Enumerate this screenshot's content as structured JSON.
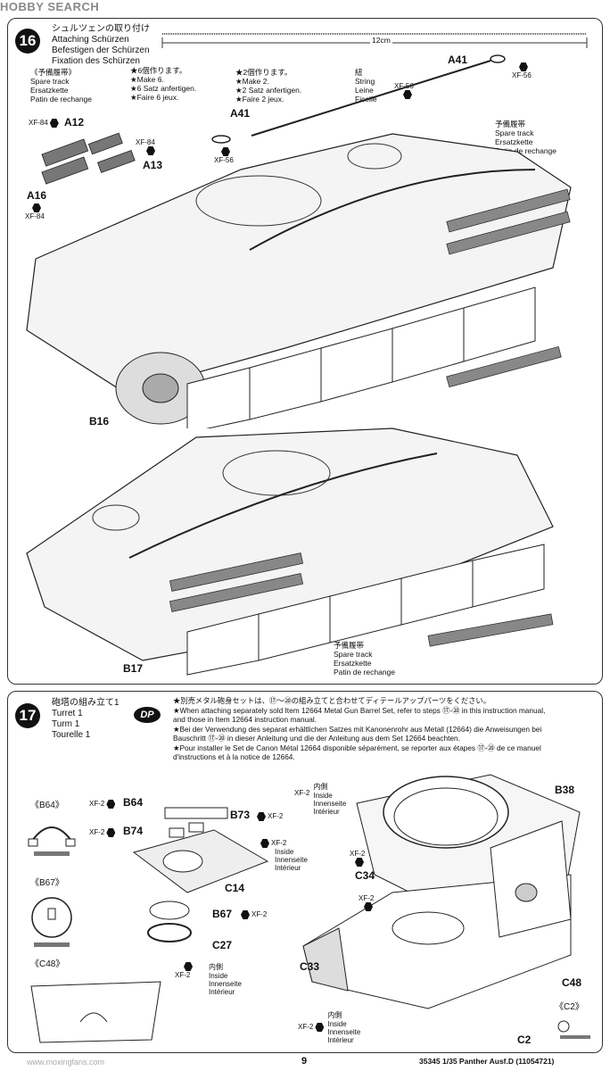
{
  "watermark_top": {
    "brand_a": "HOBBY",
    "brand_b": "SEARCH"
  },
  "watermark_bottom": {
    "text": "www.moxingfans.com"
  },
  "step16": {
    "number": "16",
    "title_jp": "シュルツェンの取り付け",
    "title_en": "Attaching Schürzen",
    "title_de": "Befestigen der Schürzen",
    "title_fr": "Fixation des Schürzen",
    "measure": "12cm",
    "spare_block": {
      "jp": "《予備履帯》",
      "en": "Spare track",
      "de": "Ersatzkette",
      "fr": "Patin de rechange"
    },
    "make6": {
      "jp": "★6個作ります。",
      "en": "★Make 6.",
      "de": "★6 Satz anfertigen.",
      "fr": "★Faire 6 jeux."
    },
    "make2": {
      "jp": "★2個作ります。",
      "en": "★Make 2.",
      "de": "★2 Satz anfertigen.",
      "fr": "★Faire 2 jeux."
    },
    "string": {
      "jp": "紐",
      "en": "String",
      "de": "Leine",
      "fr": "Ficelle"
    },
    "spare_right": {
      "jp": "予備履帯",
      "en": "Spare track",
      "de": "Ersatzkette",
      "fr": "Patin de rechange"
    },
    "spare_bottom": {
      "jp": "予備履帯",
      "en": "Spare track",
      "de": "Ersatzkette",
      "fr": "Patin de rechange"
    },
    "parts": {
      "a12": "A12",
      "a13": "A13",
      "a16": "A16",
      "a41_left": "A41",
      "a41_right": "A41",
      "b16": "B16",
      "b17": "B17"
    },
    "paints": {
      "xf84_a": "XF-84",
      "xf84_b": "XF-84",
      "xf84_c": "XF-84",
      "xf56_a": "XF-56",
      "xf56_b": "XF-56",
      "xf56_c": "XF-56"
    }
  },
  "step17": {
    "number": "17",
    "title_jp": "砲塔の組み立て1",
    "title_en": "Turret 1",
    "title_de": "Turm 1",
    "title_fr": "Tourelle 1",
    "badge": "DP",
    "instructions": [
      "★別売メタル砲身セットは、⑰〜⑳の組み立てと合わせてディテールアップパーツをください。",
      "★When attaching separately sold Item 12664 Metal Gun Barrel Set, refer to steps ⑰-⑳ in this instruction manual,",
      "and those in Item 12664 instruction manual.",
      "★Bei der Verwendung des separat erhältlichen Satzes mit Kanonenrohr aus Metall (12664) die Anweisungen bei",
      "Bauschritt ⑰-⑳ in dieser Anleitung und die der Anleitung aus dem Set 12664 beachten.",
      "★Pour installer le Set de Canon Métal 12664 disponible séparément, se reporter aux étapes ⑰-⑳ de ce manuel",
      "d'instructions et à la notice de 12664."
    ],
    "callouts": {
      "b64": "《B64》",
      "b67": "《B67》",
      "c48": "《C48》",
      "c2": "《C2》"
    },
    "parts": {
      "b64": "B64",
      "b73": "B73",
      "b74": "B74",
      "c14": "C14",
      "b67": "B67",
      "c27": "C27",
      "b38": "B38",
      "c34": "C34",
      "c33": "C33",
      "c48": "C48",
      "c2": "C2"
    },
    "paint": "XF-2",
    "inside": {
      "jp": "内側",
      "en": "Inside",
      "de": "Innenseite",
      "fr": "Intérieur"
    }
  },
  "footer": {
    "page": "9",
    "code": "35345",
    "product": "1/35 Panther Ausf.D (11054721)"
  }
}
